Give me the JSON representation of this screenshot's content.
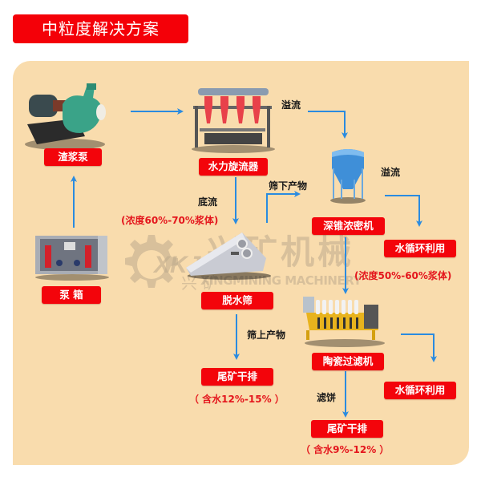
{
  "title": "中粒度解决方案",
  "colors": {
    "banner_red": "#f40008",
    "label_red": "#f3040b",
    "panel_bg": "#f9dcad",
    "arrow_blue": "#2a8be0",
    "note_red": "#e4161d"
  },
  "watermark": {
    "logo_text": "XKJ",
    "brand_cn": "兴矿机械",
    "brand_cn_short": "兴 矿",
    "brand_en": "XINGMINING MACHINERY"
  },
  "nodes": {
    "slurry_pump": {
      "label": "渣浆泵",
      "icon": "slurry-pump-image"
    },
    "hydrocyclone": {
      "label": "水力旋流器",
      "icon": "hydrocyclone-image"
    },
    "deep_cone_thickener": {
      "label": "深锥浓密机",
      "icon": "thickener-image"
    },
    "water_recycle_1": {
      "label": "水循环利用"
    },
    "pump_box": {
      "label": "泵 箱",
      "icon": "pump-box-image"
    },
    "dewatering_screen": {
      "label": "脱水筛",
      "icon": "dewatering-screen-image"
    },
    "ceramic_filter": {
      "label": "陶瓷过滤机",
      "icon": "ceramic-filter-image"
    },
    "tailings_dry_1": {
      "label": "尾矿干排"
    },
    "water_recycle_2": {
      "label": "水循环利用"
    },
    "tailings_dry_2": {
      "label": "尾矿干排"
    }
  },
  "flows": {
    "cyclone_overflow": "溢流",
    "thickener_overflow": "溢流",
    "undersize": "筛下产物",
    "underflow": "底流",
    "underflow_note": "(浓度60%-70%浆体)",
    "thickener_note": "(浓度50%-60%浆体)",
    "oversize": "筛上产物",
    "filter_cake": "滤饼"
  },
  "notes": {
    "moisture_1": "（ 含水12%-15% ）",
    "moisture_2": "（ 含水9%-12% ）"
  }
}
